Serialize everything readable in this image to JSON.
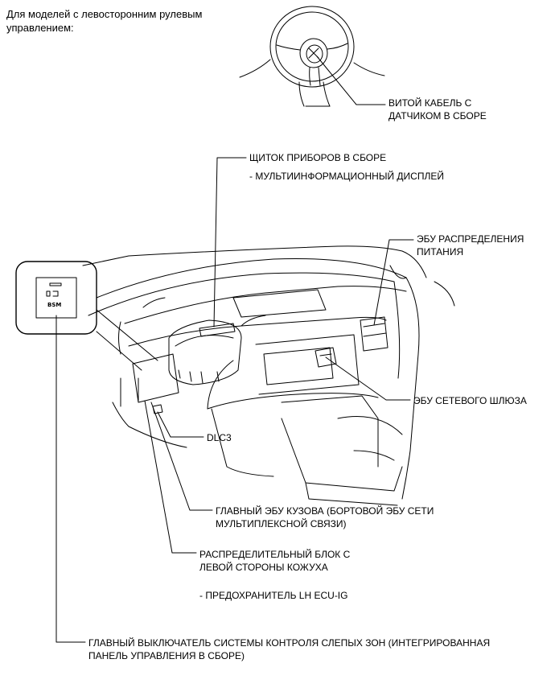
{
  "heading": {
    "line1": "Для моделей с левосторонним рулевым",
    "line2": "управлением:"
  },
  "labels": {
    "spiral_cable": {
      "line1": "ВИТОЙ КАБЕЛЬ С",
      "line2": "ДАТЧИКОМ В СБОРЕ"
    },
    "instrument_cluster": {
      "line1": "ЩИТОК ПРИБОРОВ В СБОРЕ",
      "line2": "- МУЛЬТИИНФОРМАЦИОННЫЙ ДИСПЛЕЙ"
    },
    "power_distribution_ecu": {
      "line1": "ЭБУ РАСПРЕДЕЛЕНИЯ",
      "line2": "ПИТАНИЯ"
    },
    "network_gateway_ecu": {
      "line1": "ЭБУ СЕТЕВОГО ШЛЮЗА"
    },
    "dlc3": {
      "line1": "DLC3"
    },
    "main_body_ecu": {
      "line1": "ГЛАВНЫЙ ЭБУ КУЗОВА (БОРТОВОЙ ЭБУ СЕТИ",
      "line2": "МУЛЬТИПЛЕКСНОЙ СВЯЗИ)"
    },
    "junction_block": {
      "line1": "РАСПРЕДЕЛИТЕЛЬНЫЙ БЛОК С",
      "line2": "ЛЕВОЙ СТОРОНЫ КОЖУХА",
      "line3": "- ПРЕДОХРАНИТЕЛЬ LH ECU-IG"
    },
    "bsm_switch": {
      "line1": "ГЛАВНЫЙ ВЫКЛЮЧАТЕЛЬ СИСТЕМЫ КОНТРОЛЯ СЛЕПЫХ ЗОН (ИНТЕГРИРОВАННАЯ",
      "line2": "ПАНЕЛЬ УПРАВЛЕНИЯ В СБОРЕ)"
    }
  },
  "inset": {
    "switch_text": "BSM"
  }
}
